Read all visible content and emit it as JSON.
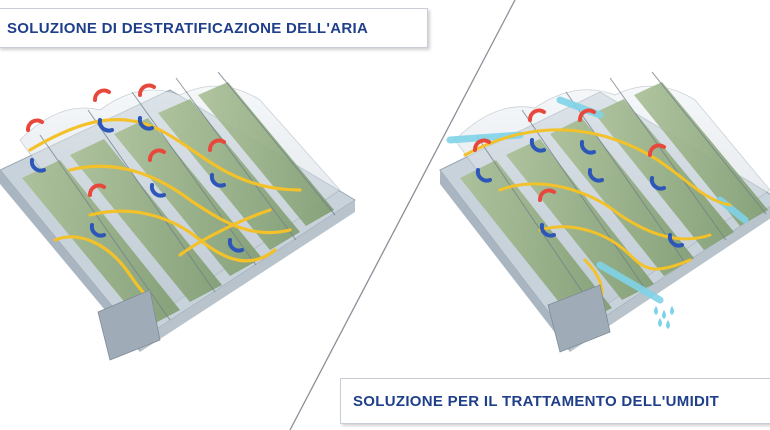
{
  "panels": {
    "left_title": "SOLUZIONE DI DESTRATIFICAZIONE DELL'ARIA",
    "right_title": "SOLUZIONE PER IL TRATTAMENTO DELL'UMIDIT"
  },
  "colors": {
    "title_text": "#1f3f8a",
    "airflow_warm": "#f3c12a",
    "fan_hot": "#e8473b",
    "fan_cold": "#2c57b8",
    "humid_flow": "#7fd3e8",
    "greenhouse_glass": "#e8eef3",
    "crop_rows": "#9bb38a"
  },
  "icons": {
    "divider": "diagonal-divider-line",
    "left_image": "greenhouse-destratification-illustration",
    "right_image": "greenhouse-humidity-treatment-illustration"
  }
}
